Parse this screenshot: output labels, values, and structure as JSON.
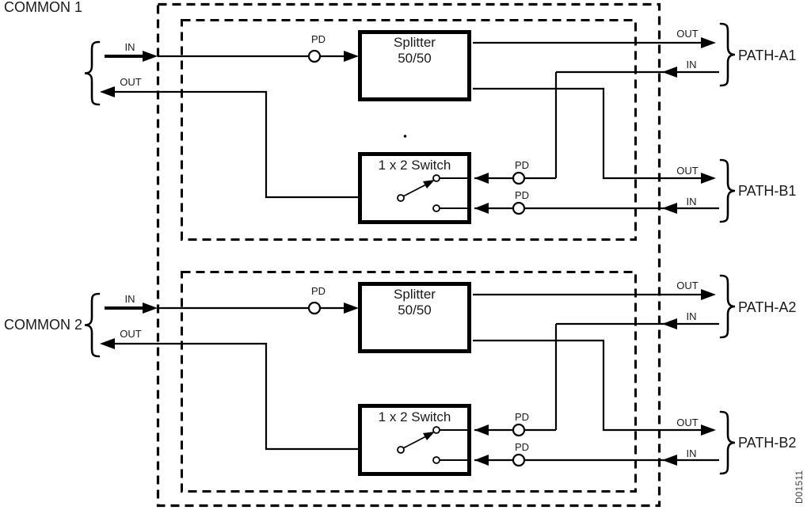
{
  "diagram": {
    "code": "D01511",
    "port_labels": {
      "in": "IN",
      "out": "OUT",
      "pd": "PD"
    },
    "blocks": [
      {
        "common": "COMMON 1",
        "splitter": [
          "Splitter",
          "50/50"
        ],
        "switch": "1 x 2 Switch",
        "paths": [
          {
            "name": "PATH-A1"
          },
          {
            "name": "PATH-B1"
          }
        ]
      },
      {
        "common": "COMMON 2",
        "splitter": [
          "Splitter",
          "50/50"
        ],
        "switch": "1 x 2 Switch",
        "paths": [
          {
            "name": "PATH-A2"
          },
          {
            "name": "PATH-B2"
          }
        ]
      }
    ],
    "colors": {
      "line": "#000000",
      "background": "#ffffff",
      "text": "#1a1a1a",
      "code_text": "#3a3a3a"
    }
  }
}
